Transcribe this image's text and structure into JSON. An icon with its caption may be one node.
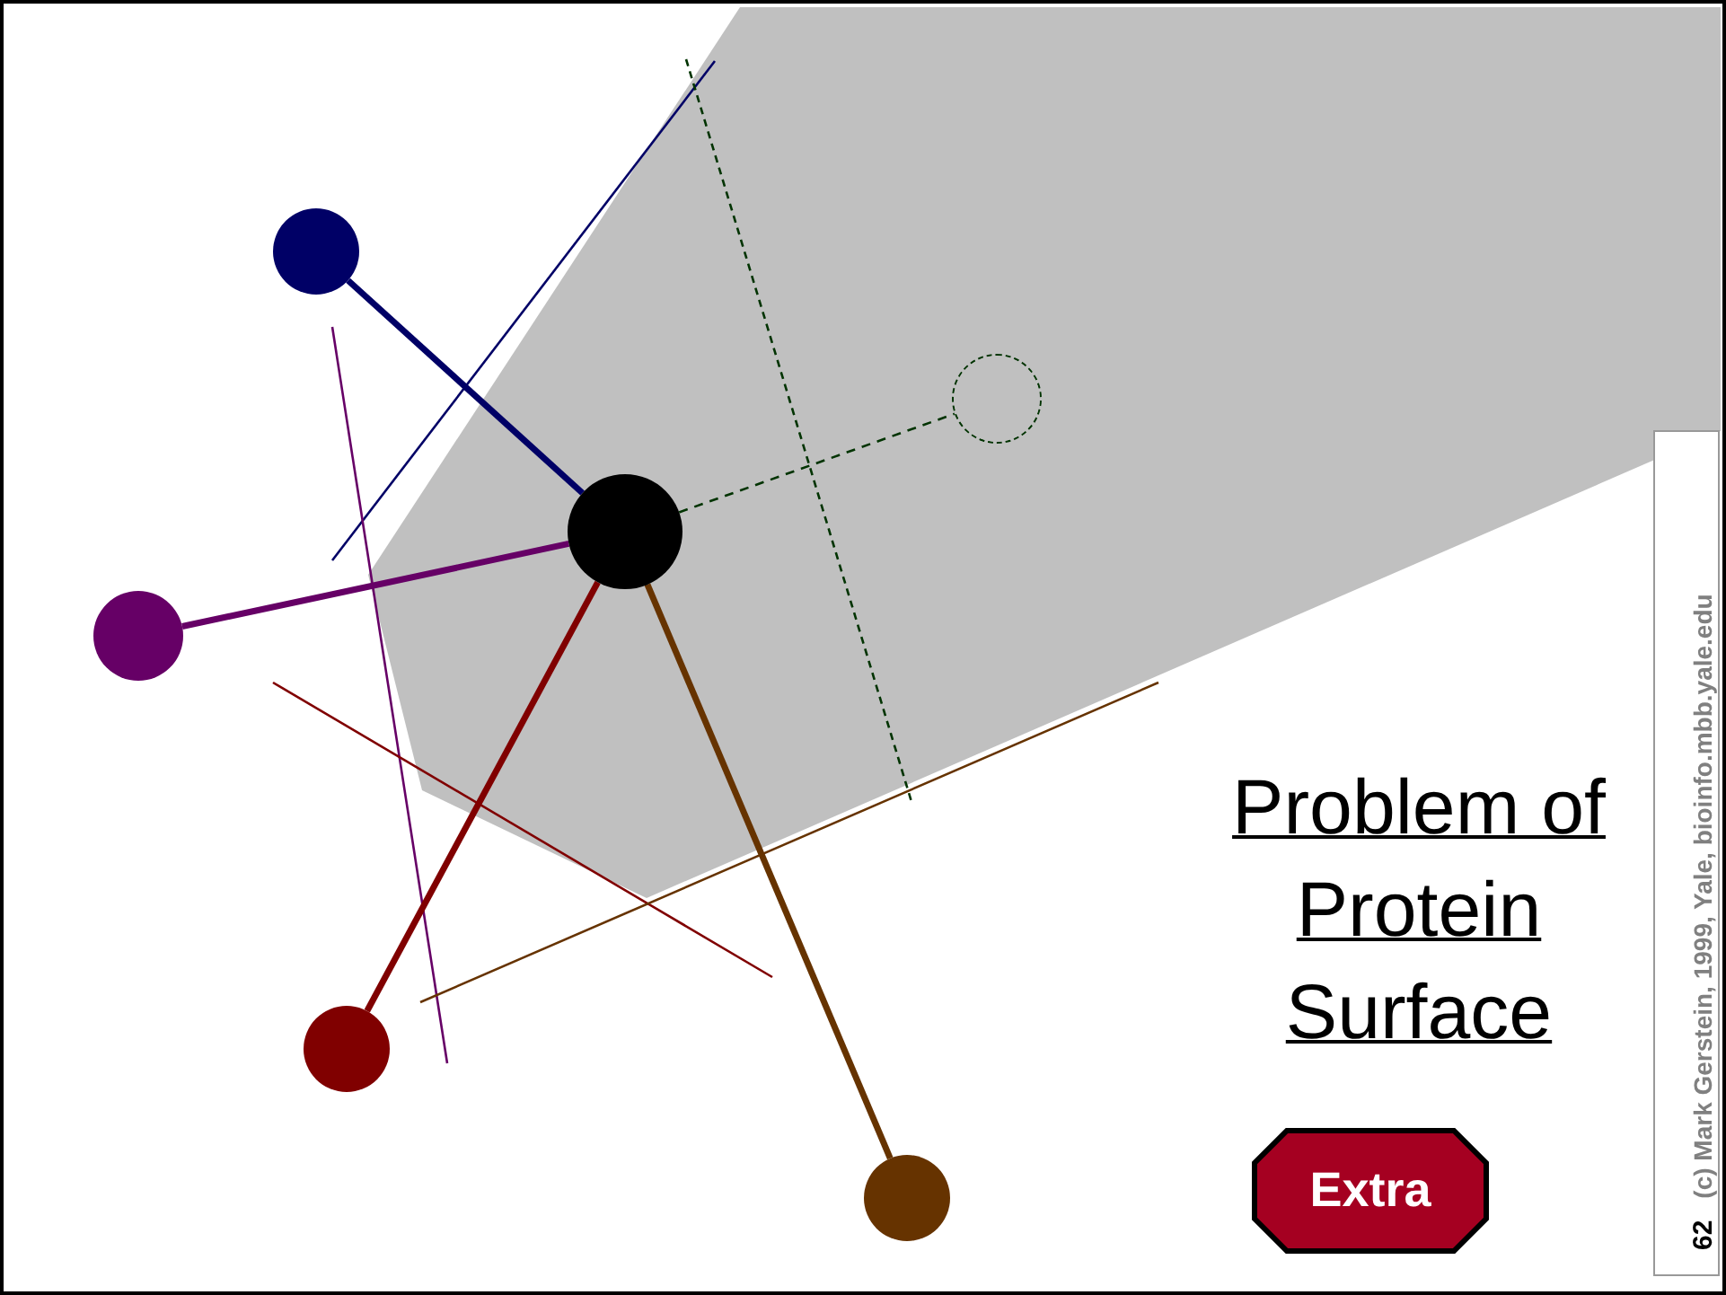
{
  "diagram": {
    "title": "Problem of Protein Surface",
    "nodes": [
      {
        "text": [],
        "shape": "circle"
      },
      {
        "text": [],
        "shape": "circle"
      },
      {
        "text": [],
        "shape": "circle"
      },
      {
        "text": [],
        "shape": "circle"
      },
      {
        "text": [],
        "shape": "circle"
      },
      {
        "text": [],
        "shape": "circle"
      },
      {
        "text": [
          "Extra"
        ]
      }
    ],
    "edges": [
      {
        "from": 0,
        "to": 1,
        "arrow": "none",
        "color": "#000066"
      },
      {
        "from": 0,
        "to": 2,
        "arrow": "none",
        "color": "#660066"
      },
      {
        "from": 0,
        "to": 3,
        "arrow": "none",
        "color": "#800000"
      },
      {
        "from": 0,
        "to": 4,
        "arrow": "none",
        "color": "#663300"
      },
      {
        "from": 0,
        "to": 5,
        "arrow": "none",
        "style": "dashed",
        "color": "#003300"
      }
    ],
    "labels": [
      "62",
      "(c) Mark Gerstein, 1999, Yale, bioinfo.mbb.yale.edu"
    ]
  }
}
